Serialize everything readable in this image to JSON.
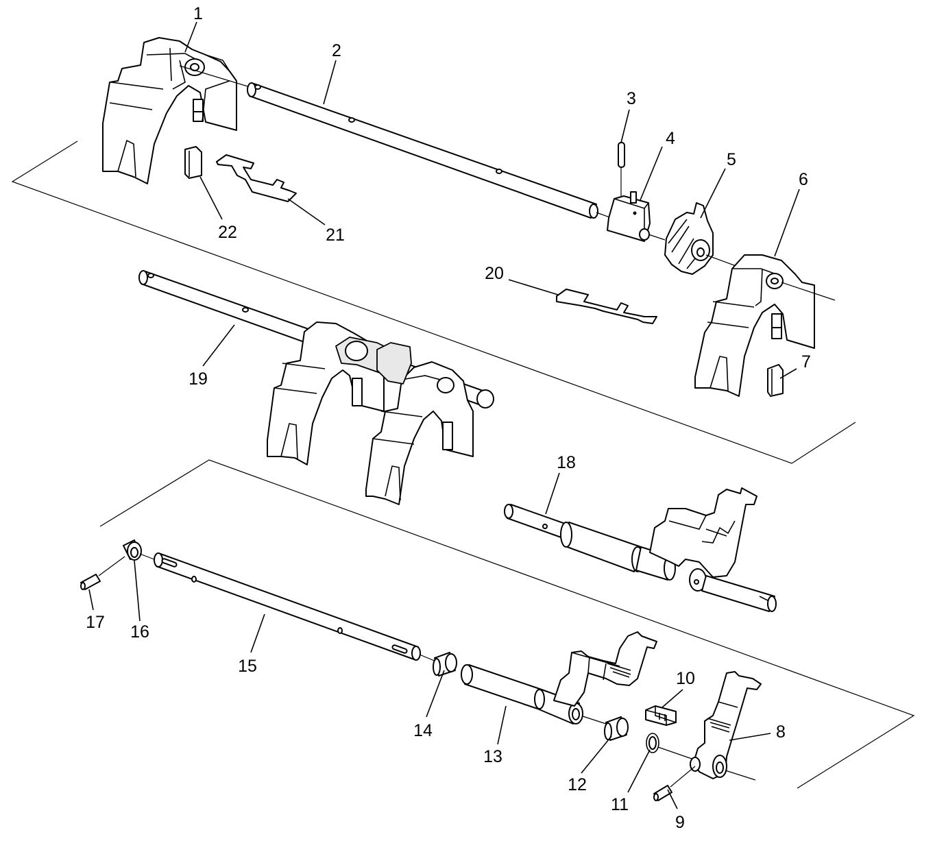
{
  "diagram": {
    "type": "exploded-parts-diagram",
    "callouts": [
      "1",
      "2",
      "3",
      "4",
      "5",
      "6",
      "7",
      "8",
      "9",
      "10",
      "11",
      "12",
      "13",
      "14",
      "15",
      "16",
      "17",
      "18",
      "19",
      "20",
      "21",
      "22"
    ]
  }
}
